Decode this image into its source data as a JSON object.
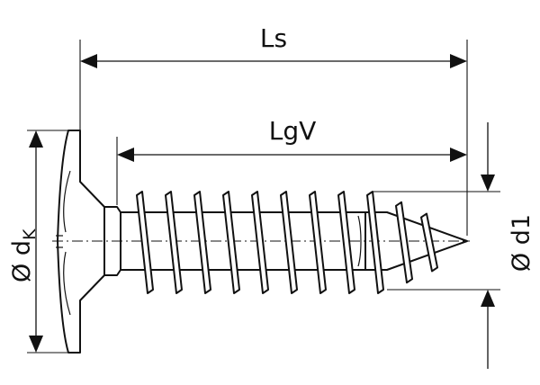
{
  "dimensions": {
    "overall_length": "Ls",
    "thread_length": "LgV",
    "head_diameter_symbol": "Ø d",
    "head_diameter_subscript": "K",
    "thread_diameter": "Ø d1"
  }
}
